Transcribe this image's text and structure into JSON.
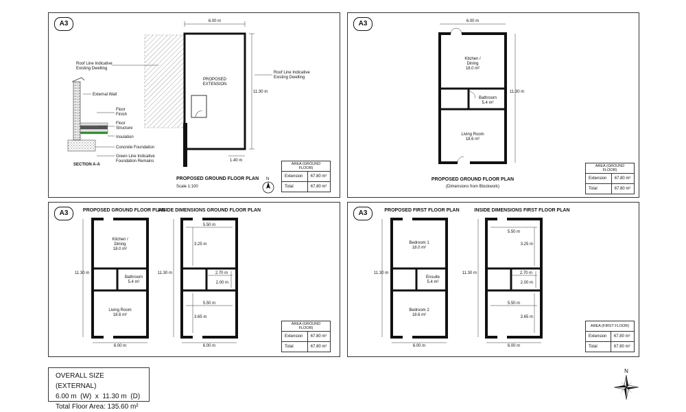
{
  "sheets": {
    "s1": {
      "badge": "A3",
      "dim_top": "6.00 m",
      "dim_side": "11.30 m",
      "dim_bottom": "1.40 m",
      "extension_label_1": "PROPOSED",
      "extension_label_2": "EXTENSION",
      "roof_left_1": "Roof Line Indicative",
      "roof_left_2": "Existing Dwelling",
      "roof_right_1": "Roof Line Indicative",
      "roof_right_2": "Existing Dwelling",
      "external_wall": "External Wall",
      "floor_finish_1": "Floor",
      "floor_finish_2": "Finish",
      "floor_structure_1": "Floor",
      "floor_structure_2": "Structure",
      "insulation": "Insulation",
      "concrete": "Concrete Foundation",
      "green_1": "Green Line Indicative",
      "green_2": "Foundation Remains",
      "section": "SECTION A-A",
      "title": "PROPOSED GROUND FLOOR PLAN",
      "scale": "Scale 1:100",
      "north": "N",
      "table": {
        "header": "AREA (GROUND FLOOR)",
        "r1_label": "Extension",
        "r1_value": "67.80 m²",
        "r2_label": "Total",
        "r2_value": "67.80 m²"
      }
    },
    "s2": {
      "badge": "A3",
      "dim_top": "6.00 m",
      "dim_side": "11.30 m",
      "room1_1": "Kitchen /",
      "room1_2": "Dining",
      "room1_area": "18.0 m²",
      "room2": "Bathroom",
      "room2_area": "5.4 m²",
      "room3": "Living Room",
      "room3_area": "18.6 m²",
      "title": "PROPOSED GROUND FLOOR PLAN",
      "subtitle": "(Dimensions from Blockwork)",
      "table": {
        "header": "AREA (GROUND FLOOR)",
        "r1_label": "Extension",
        "r1_value": "67.80 m²",
        "r2_label": "Total",
        "r2_value": "67.80 m²"
      }
    },
    "s3": {
      "badge": "A3",
      "title_left": "PROPOSED GROUND FLOOR PLAN",
      "title_right": "INSIDE DIMENSIONS GROUND FLOOR PLAN",
      "dim_side": "11.30 m",
      "dim_bottom": "6.00 m",
      "room1_1": "Kitchen /",
      "room1_2": "Dining",
      "room1_area": "18.0 m²",
      "room2": "Bathroom",
      "room2_area": "5.4 m²",
      "room3": "Living Room",
      "room3_area": "18.6 m²",
      "in_top": "5.50 m",
      "in_h1": "3.25 m",
      "in_side": "11.30 m",
      "in_bw": "2.70 m",
      "in_bh": "2.00 m",
      "in_mid": "5.50 m",
      "in_h2": "3.65 m",
      "in_bottom": "6.00 m",
      "table": {
        "header": "AREA (GROUND FLOOR)",
        "r1_label": "Extension",
        "r1_value": "67.80 m²",
        "r2_label": "Total",
        "r2_value": "67.80 m²"
      }
    },
    "s4": {
      "badge": "A3",
      "title_left": "PROPOSED FIRST FLOOR PLAN",
      "title_right": "INSIDE DIMENSIONS FIRST FLOOR PLAN",
      "dim_side": "11.30 m",
      "dim_bottom": "6.00 m",
      "room1": "Bedroom 1",
      "room1_area": "18.0 m²",
      "room2": "Ensuite",
      "room2_area": "5.4 m²",
      "room3": "Bedroom 2",
      "room3_area": "18.6 m²",
      "in_top": "5.50 m",
      "in_h1": "3.25 m",
      "in_side": "11.30 m",
      "in_bw": "2.70 m",
      "in_bh": "2.00 m",
      "in_mid": "5.50 m",
      "in_h2": "3.65 m",
      "in_bottom": "6.00 m",
      "table": {
        "header": "AREA (FIRST FLOOR)",
        "r1_label": "Extension",
        "r1_value": "67.80 m²",
        "r2_label": "Total",
        "r2_value": "67.80 m²"
      }
    }
  },
  "overall": {
    "line1": "OVERALL SIZE (EXTERNAL)",
    "line2": "6.00 m  (W)  x  11.30 m  (D)",
    "line3": "Total Floor Area:  135.60 m²"
  },
  "compass": {
    "north": "N",
    "icon": "compass-rose-icon"
  }
}
